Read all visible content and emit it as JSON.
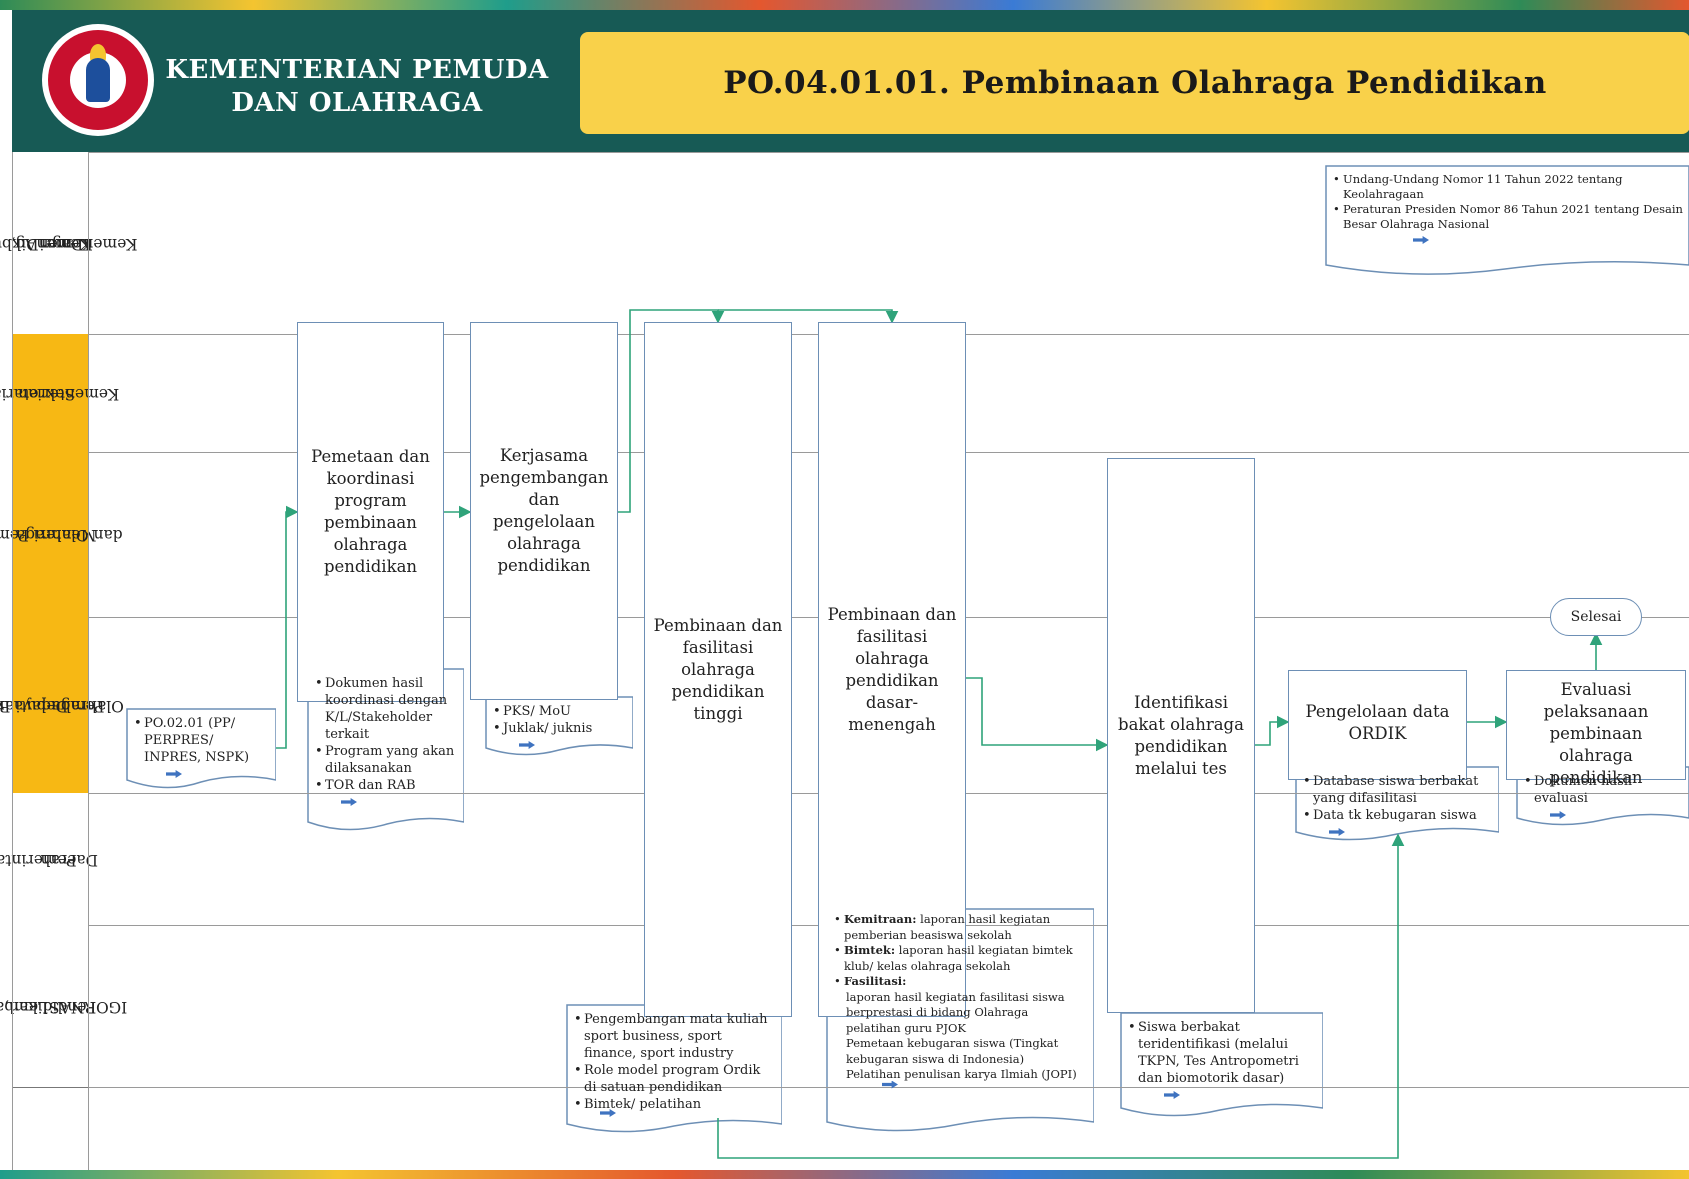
{
  "header": {
    "org_line1": "KEMENTERIAN PEMUDA",
    "org_line2": "DAN OLAHRAGA",
    "title": "PO.04.01.01.  Pembinaan  Olahraga  Pendidikan"
  },
  "lanes": [
    {
      "label1": "KemenDikbudristek,",
      "label2": "KemenAg,",
      "label3": "KemenDagri",
      "color": "#ffffff"
    },
    {
      "label1": "Sekretariat",
      "label2": "Kementerian",
      "label3": "",
      "color": "#f7b814"
    },
    {
      "label1": "Menteri Pemuda",
      "label2": "dan Olahraga",
      "label3": "",
      "color": "#f7b814"
    },
    {
      "label1": "Deputi Bidang",
      "label2": "Pembudayaan",
      "label3": "Olahraga",
      "color": "#f7b814"
    },
    {
      "label1": "Pemerintah",
      "label2": "Daerah",
      "label3": "",
      "color": "#ffffff"
    },
    {
      "label1": "Lembaga",
      "label2": "Pendidikan,",
      "label3": "IGORNAS",
      "color": "#ffffff"
    }
  ],
  "processes": {
    "pemetaan": "Pemetaan dan koordinasi program pembinaan olahraga pendidikan",
    "kerjasama": "Kerjasama pengembangan dan pengelolaan olahraga pendidikan",
    "tinggi": "Pembinaan dan fasilitasi olahraga pendidikan tinggi",
    "dasar": "Pembinaan dan fasilitasi olahraga pendidikan dasar-menengah",
    "identifikasi": "Identifikasi bakat olahraga pendidikan melalui tes",
    "ordik": "Pengelolaan data ORDIK",
    "evaluasi": "Evaluasi pelaksanaan pembinaan olahraga pendidikan"
  },
  "terminal": {
    "selesai": "Selesai"
  },
  "documents": {
    "uu": [
      "Undang-Undang Nomor 11 Tahun 2022 tentang Keolahragaan",
      "Peraturan Presiden Nomor 86 Tahun 2021 tentang Desain Besar Olahraga Nasional"
    ],
    "po": [
      "PO.02.01 (PP/ PERPRES/ INPRES, NSPK)"
    ],
    "pemetaan": [
      "Dokumen hasil koordinasi dengan K/L/Stakeholder terkait",
      "Program yang akan dilaksanakan",
      "TOR dan RAB"
    ],
    "kerjasama": [
      "PKS/ MoU",
      "Juklak/ juknis"
    ],
    "tinggi": [
      "Pengembangan mata kuliah sport business, sport finance, sport industry",
      "Role model program Ordik di satuan pendidikan",
      "Bimtek/ pelatihan"
    ],
    "dasar_bold1": "Kemitraan:",
    "dasar_text1": " laporan hasil kegiatan pemberian beasiswa sekolah",
    "dasar_bold2": "Bimtek:",
    "dasar_text2": " laporan hasil kegiatan bimtek klub/ kelas olahraga sekolah",
    "dasar_bold3": "Fasilitasi:",
    "dasar_sub": [
      "laporan hasil kegiatan fasilitasi siswa berprestasi di bidang Olahraga",
      "pelatihan guru PJOK",
      "Pemetaan kebugaran siswa (Tingkat kebugaran siswa di Indonesia)",
      "Pelatihan penulisan karya Ilmiah (JOPI)"
    ],
    "identifikasi": [
      "Siswa berbakat teridentifikasi (melalui TKPN, Tes Antropometri dan biomotorik dasar)"
    ],
    "ordik": [
      "Database siswa berbakat yang difasilitasi",
      "Data tk kebugaran siswa"
    ],
    "evaluasi": [
      "Dokumen hasil evaluasi"
    ]
  }
}
